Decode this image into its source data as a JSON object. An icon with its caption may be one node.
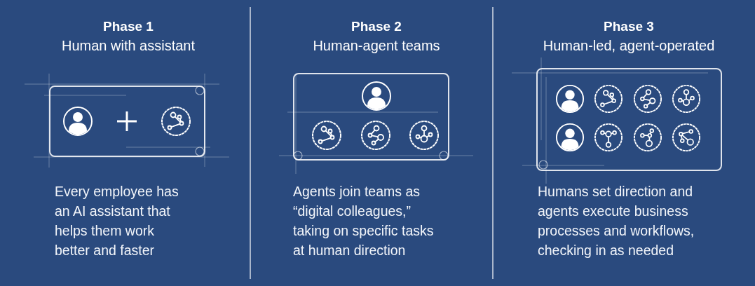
{
  "diagram": {
    "nodes": [
      {
        "text": [
          "Phase 1",
          "Human with assistant"
        ],
        "beside": [
          "Every employee has an AI assistant that helps them work better and faster"
        ]
      },
      {
        "text": [],
        "shape": "person",
        "in": 0
      },
      {
        "text": [],
        "shape": "picture",
        "in": 0
      },
      {
        "text": [
          "Phase 2",
          "Human-agent teams"
        ],
        "beside": [
          "Agents join teams as “digital colleagues,” taking on specific tasks at human direction"
        ]
      },
      {
        "text": [],
        "shape": "person",
        "in": 3
      },
      {
        "text": [],
        "shape": "picture",
        "in": 3
      },
      {
        "text": [],
        "shape": "picture",
        "in": 3
      },
      {
        "text": [],
        "shape": "picture",
        "in": 3
      },
      {
        "text": [
          "Phase 3",
          "Human-led, agent-operated"
        ],
        "beside": [
          "Humans set direction and agents execute business processes and workflows, checking in as needed"
        ]
      },
      {
        "text": [],
        "shape": "person",
        "in": 8
      },
      {
        "text": [],
        "shape": "picture",
        "in": 8
      },
      {
        "text": [],
        "shape": "picture",
        "in": 8
      },
      {
        "text": [],
        "shape": "picture",
        "in": 8
      },
      {
        "text": [],
        "shape": "person",
        "in": 8
      },
      {
        "text": [],
        "shape": "picture",
        "in": 8
      },
      {
        "text": [],
        "shape": "picture",
        "in": 8
      },
      {
        "text": [],
        "shape": "picture",
        "in": 8
      }
    ]
  }
}
